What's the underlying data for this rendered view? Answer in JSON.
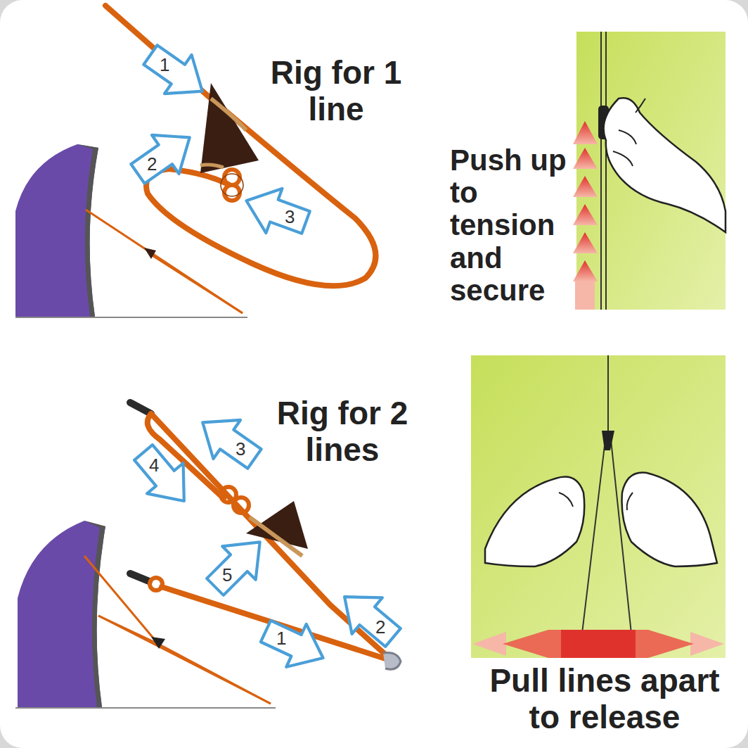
{
  "diagram": {
    "labels": [
      "Rig for 1 line",
      "1",
      "2",
      "3",
      "Push up to tension and secure",
      "Rig for 2 lines",
      "4",
      "3",
      "5",
      "2",
      "1",
      "Pull lines apart to release"
    ]
  }
}
